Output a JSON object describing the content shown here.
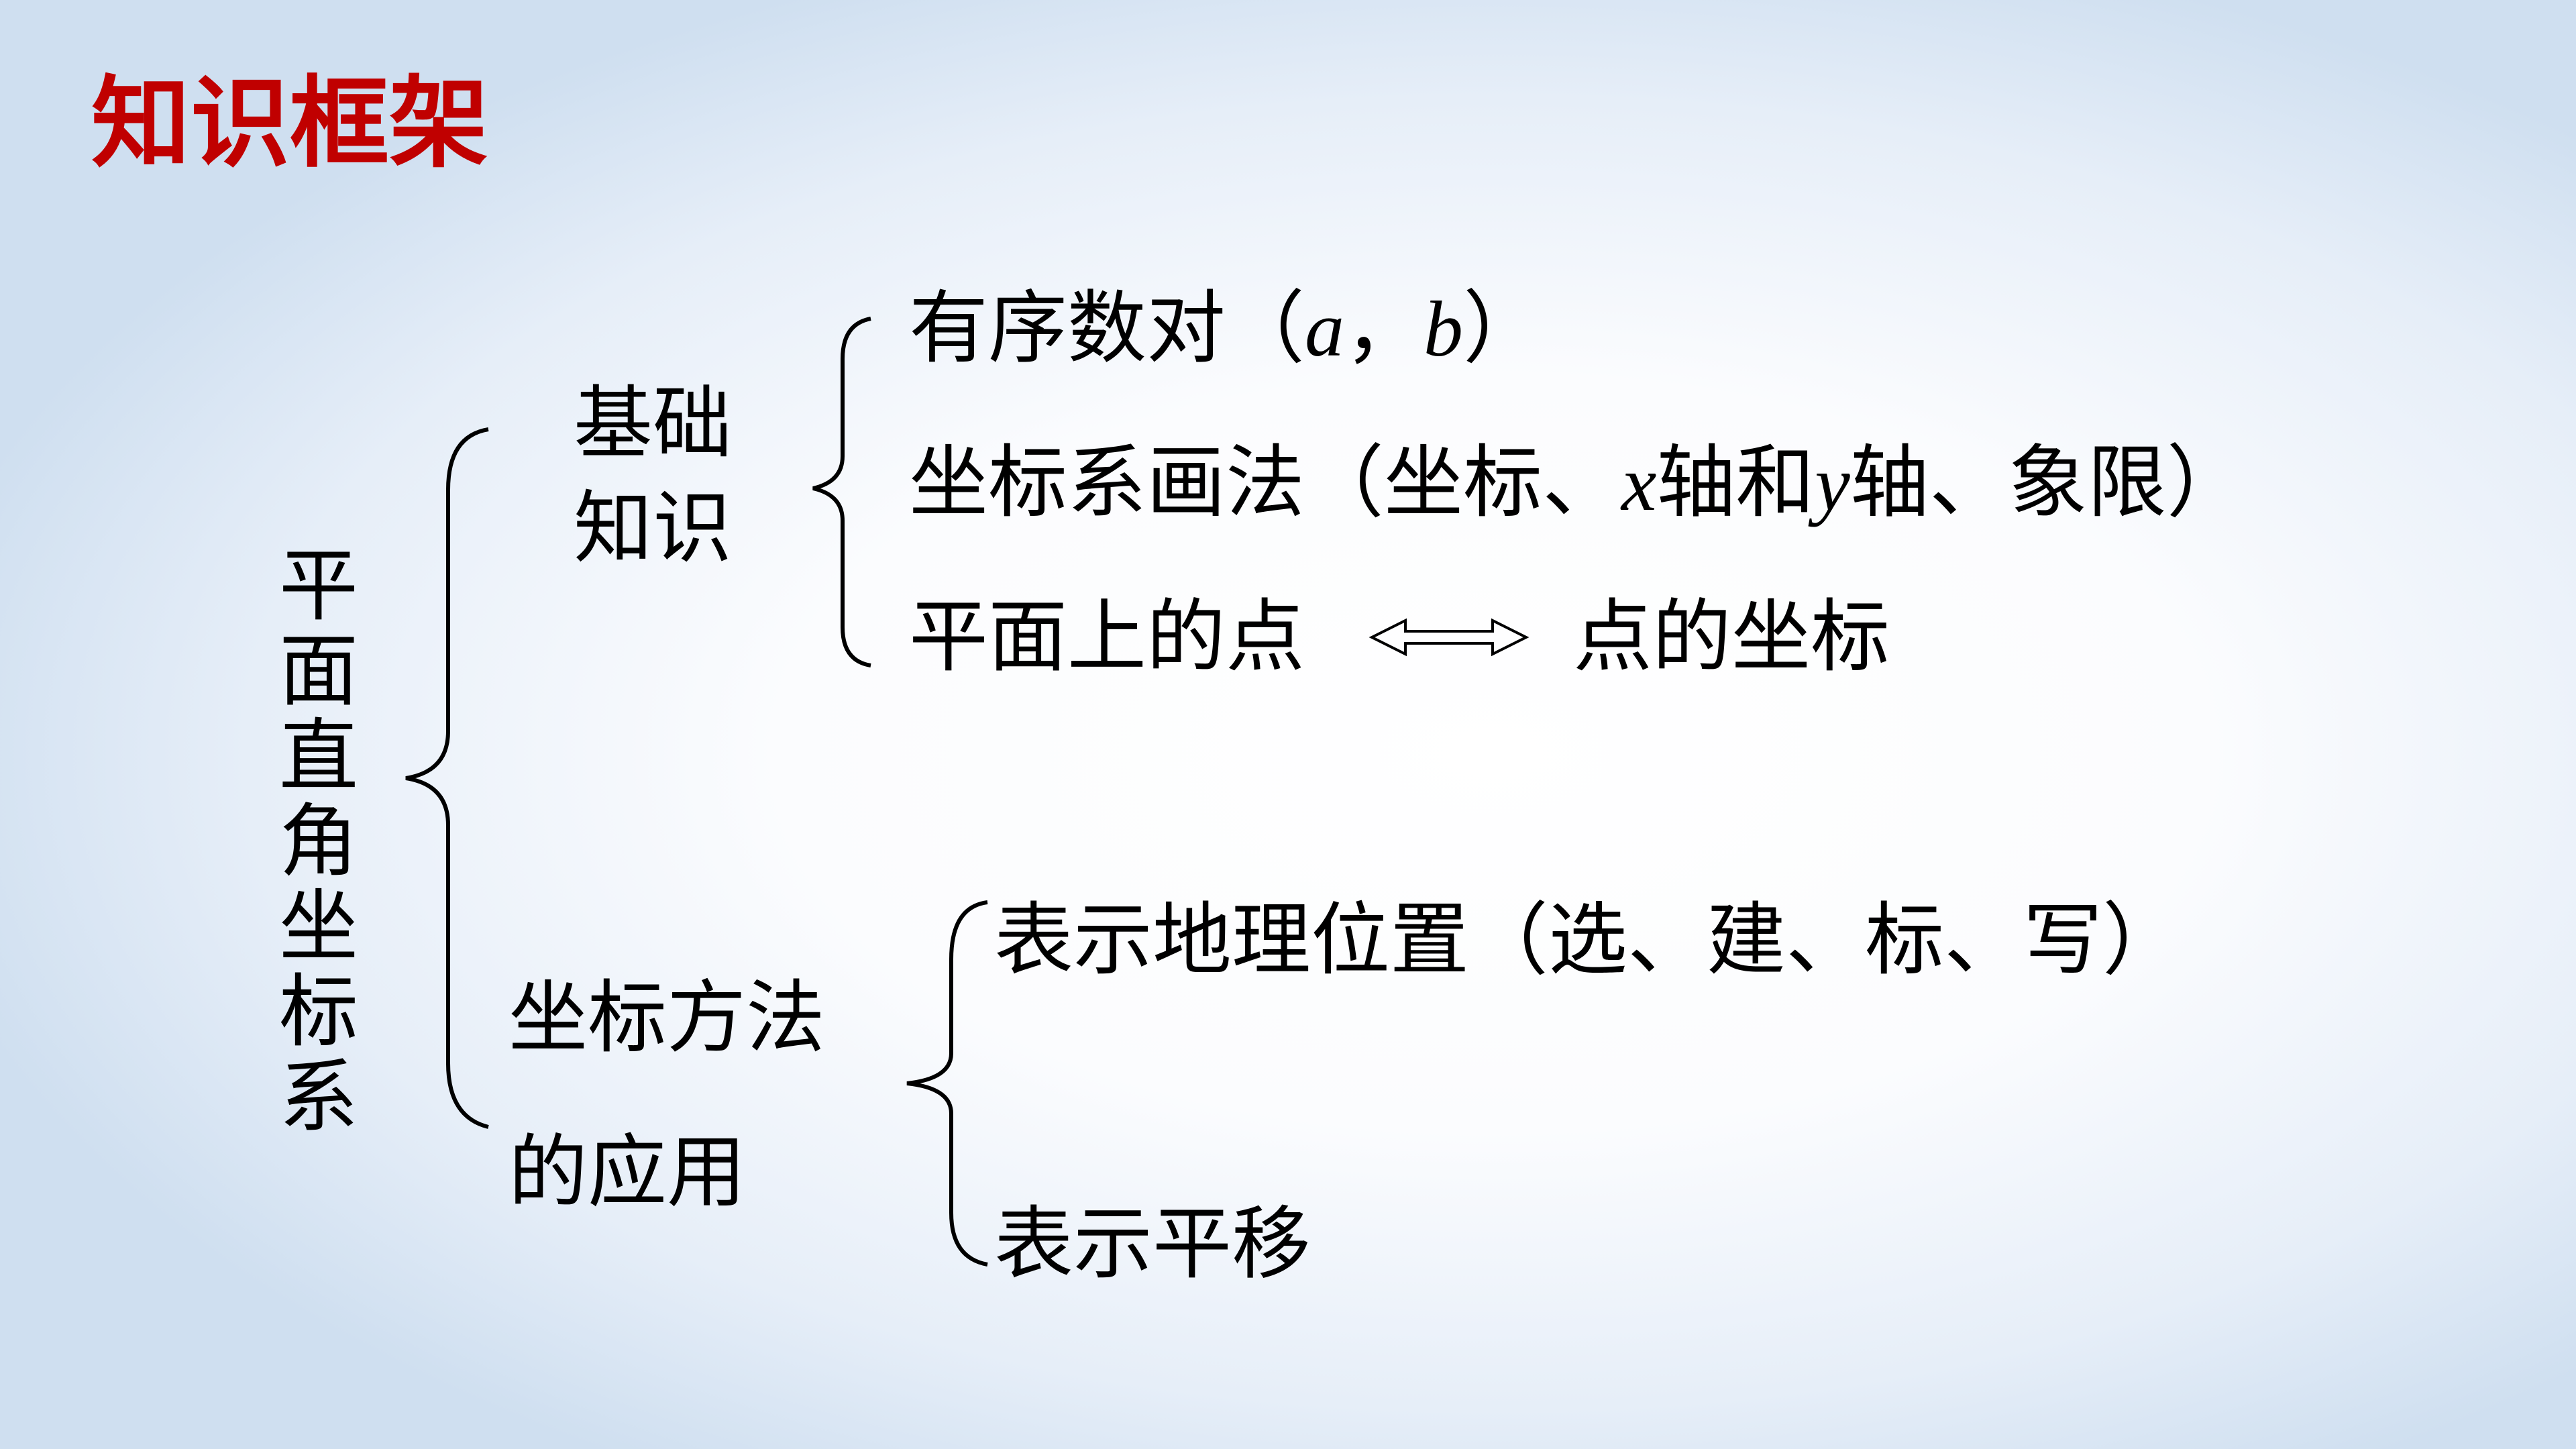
{
  "title": "知识框架",
  "root": [
    "平",
    "面",
    "直",
    "角",
    "坐",
    "标",
    "系"
  ],
  "branch1": {
    "line1": "基础",
    "line2": "知识",
    "items": {
      "ordered_pair": {
        "prefix": "有序数对（",
        "a": "a",
        "comma": "，",
        "b": "b",
        "suffix": "）"
      },
      "drawing": {
        "prefix": "坐标系画法（坐标、",
        "x": "x",
        "mid": "轴和",
        "y": "y",
        "suffix": "轴、象限）"
      },
      "correspondence": {
        "left": "平面上的点",
        "right": "点的坐标"
      }
    }
  },
  "branch2": {
    "line1": "坐标方法",
    "line2": "的应用",
    "items": {
      "location": "表示地理位置（选、建、标、写）",
      "translation": "表示平移"
    }
  },
  "colors": {
    "title": "#c00000",
    "text": "#000000",
    "background_edge": "#cfdff0"
  }
}
